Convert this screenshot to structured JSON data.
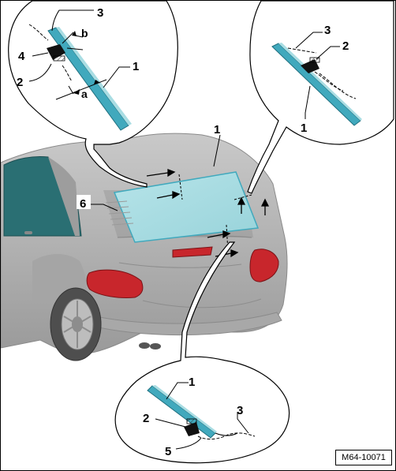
{
  "diagram": {
    "figure_code": "M64-10071",
    "callouts": {
      "main_glass": "1",
      "main_item6": "6",
      "tl_3": "3",
      "tl_b": "b",
      "tl_4": "4",
      "tl_2": "2",
      "tl_1": "1",
      "tl_a": "a",
      "tr_3": "3",
      "tr_2": "2",
      "tr_1": "1",
      "b_1": "1",
      "b_2": "2",
      "b_3": "3",
      "b_5": "5"
    },
    "colors": {
      "glass": "#a9dde3",
      "glass_edge": "#41a9bd",
      "car_body": "#b9b9b9",
      "car_dark": "#7d7d7d",
      "tail_light": "#c8262c",
      "side_window": "#2a6f73",
      "adhesive": "#111111"
    }
  }
}
